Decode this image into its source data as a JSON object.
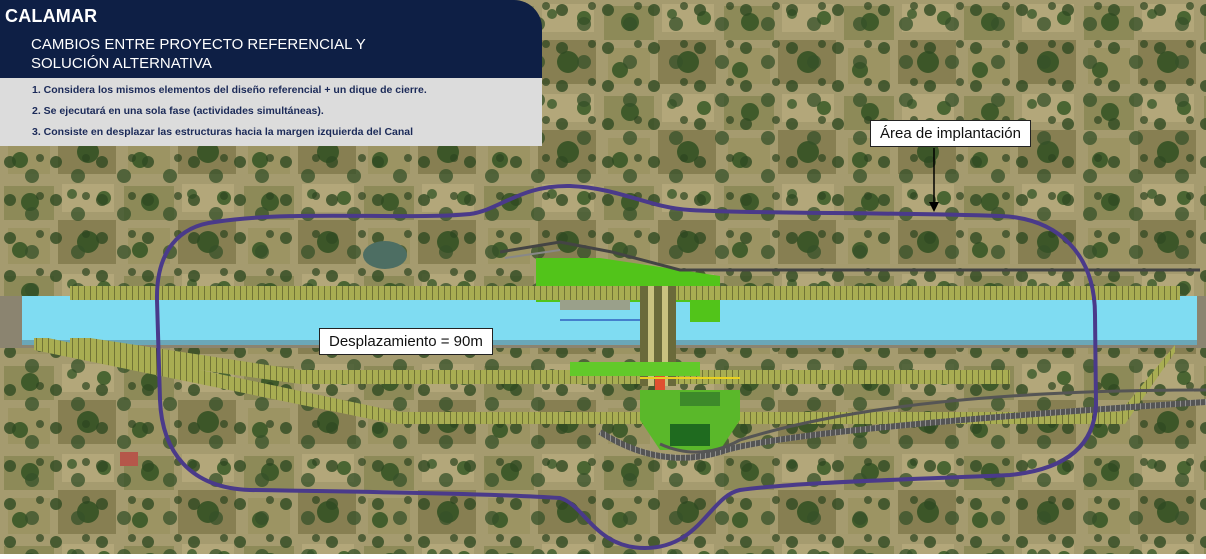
{
  "header": {
    "title": "CALAMAR",
    "subtitle_line1": "CAMBIOS ENTRE PROYECTO REFERENCIAL Y",
    "subtitle_line2": "SOLUCIÓN ALTERNATIVA",
    "accent_color": "#0e1f45"
  },
  "notes": [
    "1. Considera los mismos elementos del diseño referencial + un dique de cierre.",
    "2. Se ejecutará en una sola fase (actividades simultáneas).",
    "3. Consiste en desplazar las estructuras hacia la margen izquierda del Canal"
  ],
  "map": {
    "area_label": "Área de implantación",
    "displacement_label": "Desplazamiento = 90m",
    "boundary_color": "#4a3a8a",
    "canal_color": "#7fdcf2"
  }
}
